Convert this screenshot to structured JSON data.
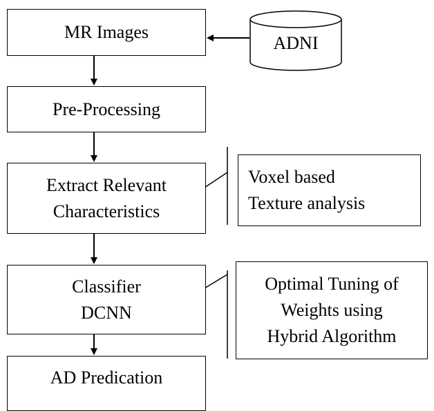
{
  "diagram": {
    "nodes": {
      "mr_images": {
        "label": "MR Images"
      },
      "adni": {
        "label": "ADNI"
      },
      "preprocessing": {
        "label": "Pre-Processing"
      },
      "extract": {
        "line1": "Extract Relevant",
        "line2": "Characteristics"
      },
      "voxel": {
        "line1": "Voxel based",
        "line2": "Texture analysis"
      },
      "classifier": {
        "line1": "Classifier",
        "line2": "DCNN"
      },
      "tuning": {
        "line1": "Optimal Tuning of",
        "line2": "Weights using",
        "line3": "Hybrid Algorithm"
      },
      "prediction": {
        "label": "AD Predication"
      }
    },
    "edges": [
      {
        "from": "adni",
        "to": "mr_images"
      },
      {
        "from": "mr_images",
        "to": "preprocessing"
      },
      {
        "from": "preprocessing",
        "to": "extract"
      },
      {
        "from": "extract",
        "to": "classifier"
      },
      {
        "from": "classifier",
        "to": "prediction"
      }
    ],
    "annotations": [
      {
        "from": "extract",
        "to": "voxel"
      },
      {
        "from": "classifier",
        "to": "tuning"
      }
    ]
  }
}
